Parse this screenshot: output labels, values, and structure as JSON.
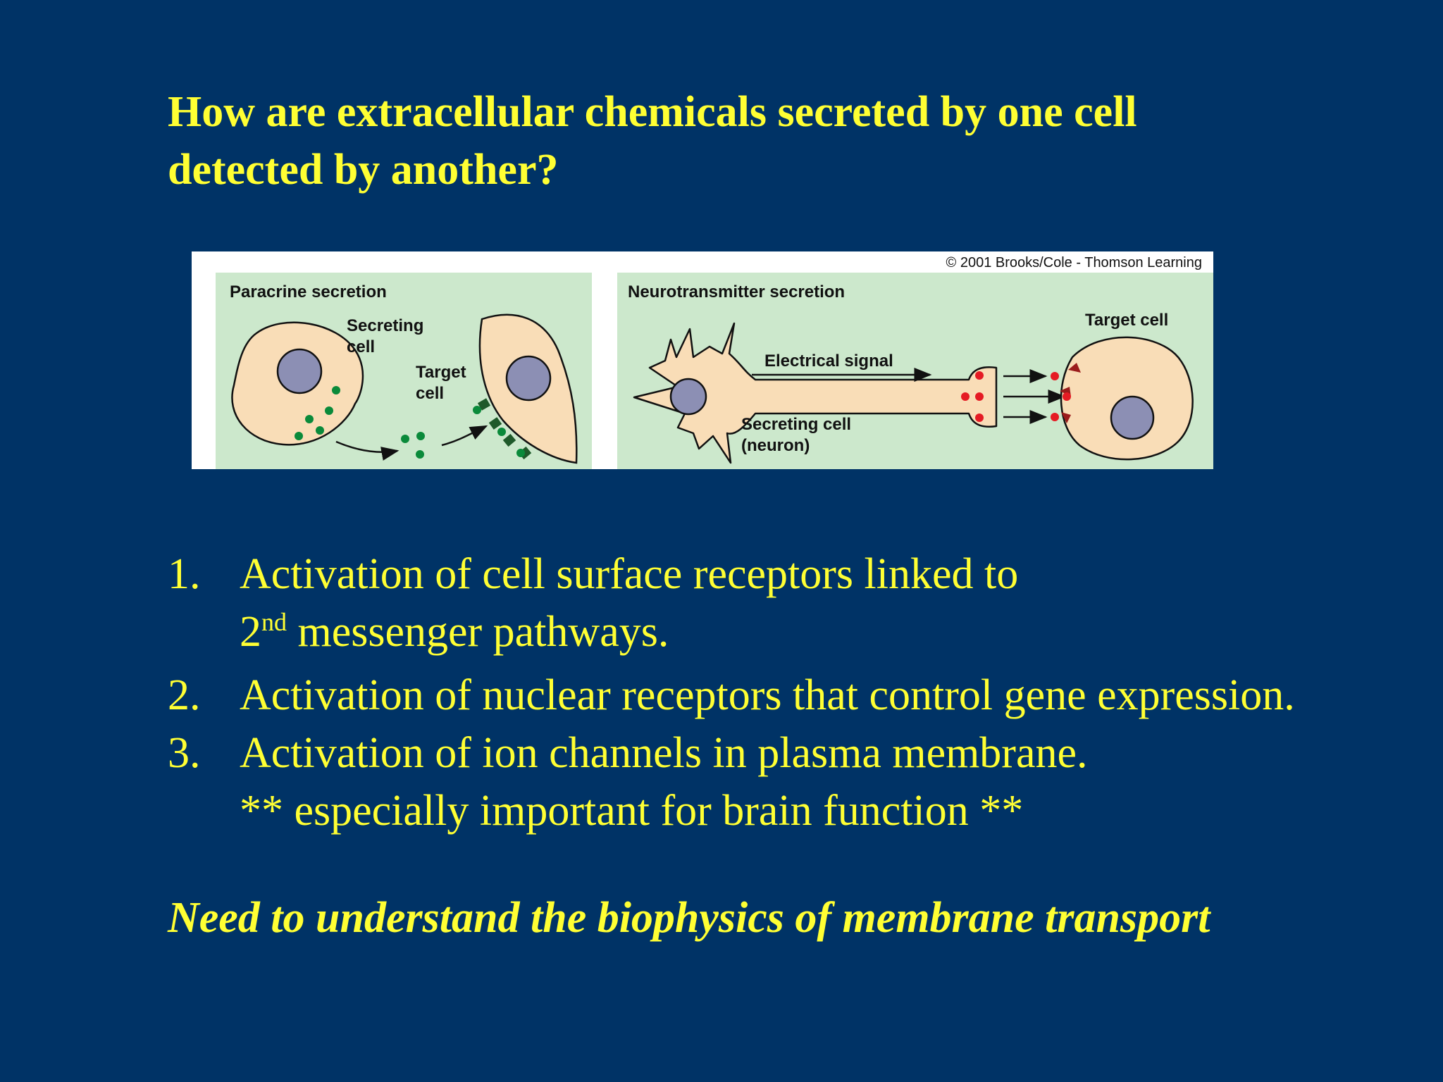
{
  "title": {
    "line1": "How are extracellular chemicals secreted by one cell",
    "line2": "detected by another?"
  },
  "figure": {
    "copyright": "© 2001 Brooks/Cole - Thomson Learning",
    "paracrine": {
      "heading": "Paracrine secretion",
      "secreting_label_1": "Secreting",
      "secreting_label_2": "cell",
      "target_label_1": "Target",
      "target_label_2": "cell"
    },
    "neuro": {
      "heading": "Neurotransmitter secretion",
      "electrical_signal": "Electrical signal",
      "secreting_label_1": "Secreting cell",
      "secreting_label_2": "(neuron)",
      "target_label": "Target cell"
    },
    "colors": {
      "panel_bg": "#CCE8CC",
      "cell_fill": "#F9DDB7",
      "nucleus": "#8C8FB4",
      "paracrine_molecule": "#0A8A3A",
      "receptor_paracrine": "#1F5A2A",
      "neurotransmitter": "#E51B24",
      "receptor_neuro": "#9B1C1C"
    }
  },
  "list": {
    "item1_num": "1.",
    "item1_line1": "Activation of cell surface receptors linked to",
    "item1_line2_pre": "2",
    "item1_line2_sup": "nd",
    "item1_line2_post": " messenger pathways.",
    "item2_num": "2.",
    "item2_line1": "Activation of nuclear receptors that control gene expression.",
    "item3_num": "3.",
    "item3_line1": "Activation of ion channels in plasma membrane.",
    "item3_line2": "** especially important for brain function **"
  },
  "conclusion": "Need to understand the biophysics of membrane transport"
}
